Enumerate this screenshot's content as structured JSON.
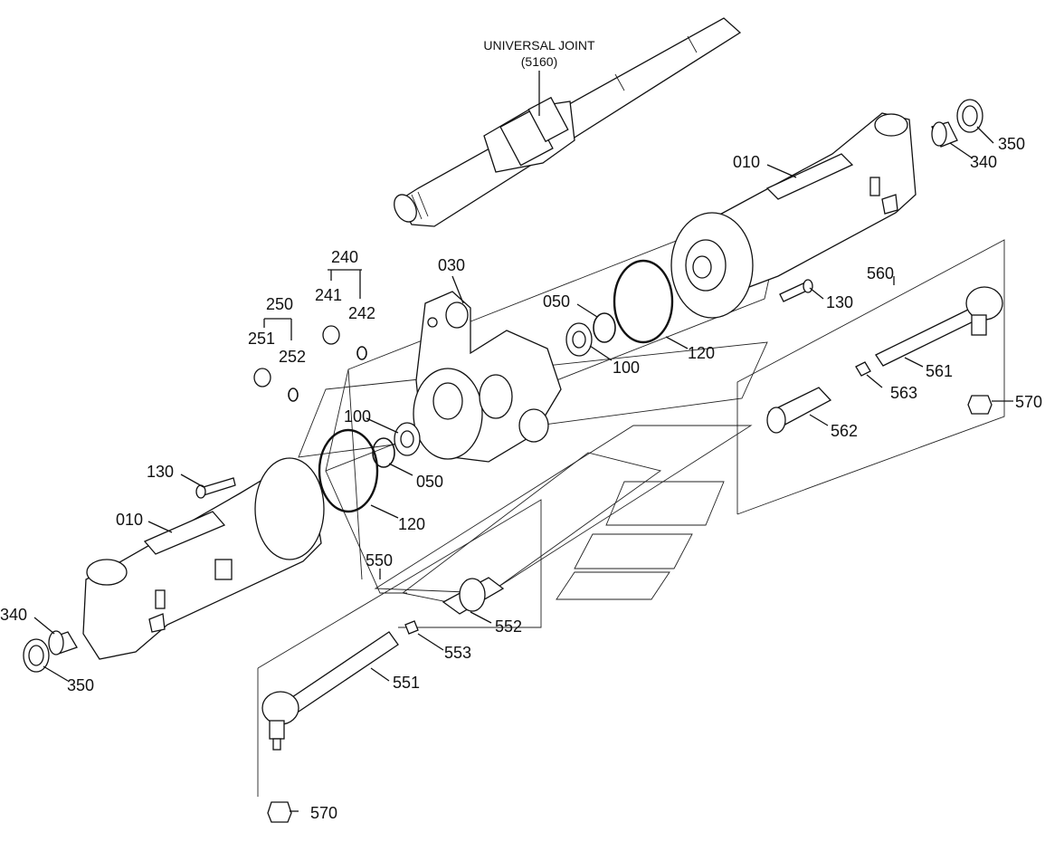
{
  "diagram": {
    "title_line1": "UNIVERSAL JOINT",
    "title_line2": "(5160)",
    "labels": {
      "p010_top": "010",
      "p010_bottom": "010",
      "p030": "030",
      "p050_top": "050",
      "p050_bottom": "050",
      "p100_top": "100",
      "p100_bottom": "100",
      "p120_top": "120",
      "p120_bottom": "120",
      "p130_left": "130",
      "p130_right": "130",
      "p240": "240",
      "p241": "241",
      "p242": "242",
      "p250": "250",
      "p251": "251",
      "p252": "252",
      "p340_top": "340",
      "p340_bottom": "340",
      "p350_top": "350",
      "p350_bottom": "350",
      "p550": "550",
      "p551": "551",
      "p552": "552",
      "p553": "553",
      "p560": "560",
      "p561": "561",
      "p562": "562",
      "p563": "563",
      "p570_right": "570",
      "p570_bottom": "570"
    }
  }
}
